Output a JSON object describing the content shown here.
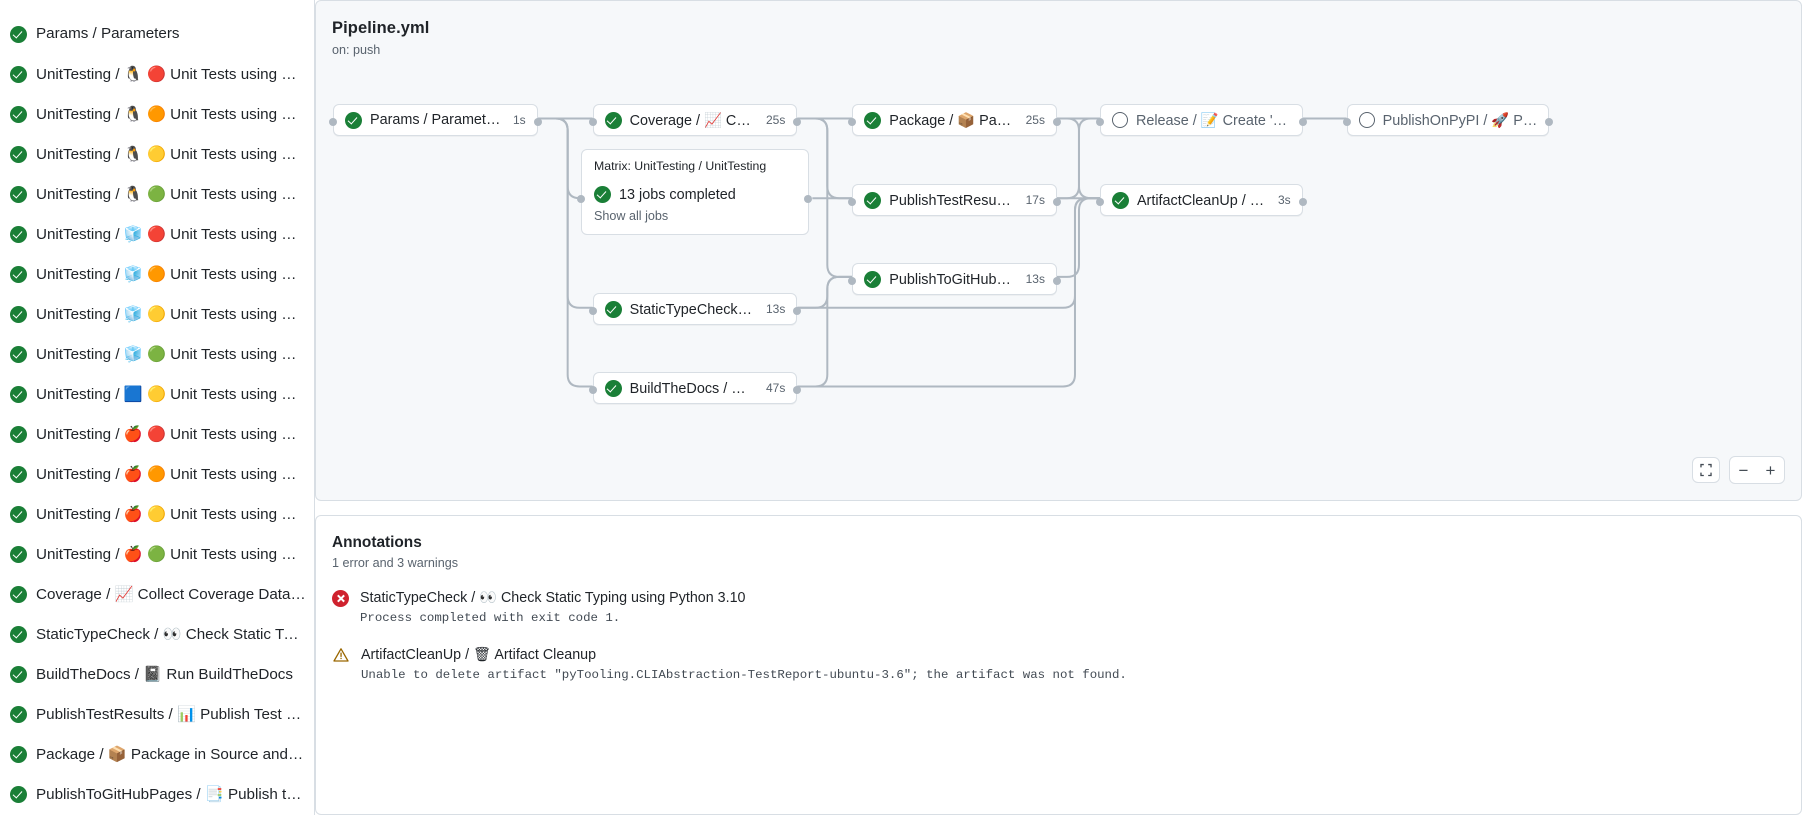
{
  "sidebar": {
    "jobs": [
      {
        "status": "success",
        "name": "Params / Parameters",
        "icons": []
      },
      {
        "status": "success",
        "name": "UnitTesting /",
        "icons": [
          "🐧",
          "🔴"
        ],
        "suffix": "Unit Tests using Pyth…"
      },
      {
        "status": "success",
        "name": "UnitTesting /",
        "icons": [
          "🐧",
          "🟠"
        ],
        "suffix": "Unit Tests using Pyth…"
      },
      {
        "status": "success",
        "name": "UnitTesting /",
        "icons": [
          "🐧",
          "🟡"
        ],
        "suffix": "Unit Tests using Pyth…"
      },
      {
        "status": "success",
        "name": "UnitTesting /",
        "icons": [
          "🐧",
          "🟢"
        ],
        "suffix": "Unit Tests using Pyth…"
      },
      {
        "status": "success",
        "name": "UnitTesting /",
        "icons": [
          "🧊",
          "🔴"
        ],
        "suffix": "Unit Tests using Pyth…"
      },
      {
        "status": "success",
        "name": "UnitTesting /",
        "icons": [
          "🧊",
          "🟠"
        ],
        "suffix": "Unit Tests using Pyth…"
      },
      {
        "status": "success",
        "name": "UnitTesting /",
        "icons": [
          "🧊",
          "🟡"
        ],
        "suffix": "Unit Tests using Pyth…"
      },
      {
        "status": "success",
        "name": "UnitTesting /",
        "icons": [
          "🧊",
          "🟢"
        ],
        "suffix": "Unit Tests using Pyth…"
      },
      {
        "status": "success",
        "name": "UnitTesting /",
        "icons": [
          "🟦",
          "🟡"
        ],
        "suffix": "Unit Tests using Pyth…"
      },
      {
        "status": "success",
        "name": "UnitTesting /",
        "icons": [
          "🍎",
          "🔴"
        ],
        "suffix": "Unit Tests using Pyth…"
      },
      {
        "status": "success",
        "name": "UnitTesting /",
        "icons": [
          "🍎",
          "🟠"
        ],
        "suffix": "Unit Tests using Pyth…"
      },
      {
        "status": "success",
        "name": "UnitTesting /",
        "icons": [
          "🍎",
          "🟡"
        ],
        "suffix": "Unit Tests using Pyth…"
      },
      {
        "status": "success",
        "name": "UnitTesting /",
        "icons": [
          "🍎",
          "🟢"
        ],
        "suffix": "Unit Tests using Pyth…"
      },
      {
        "status": "success",
        "name": "Coverage /",
        "icons": [
          "📈"
        ],
        "suffix": "Collect Coverage Data usi…"
      },
      {
        "status": "success",
        "name": "StaticTypeCheck /",
        "icons": [
          "👀"
        ],
        "suffix": "Check Static Typing…"
      },
      {
        "status": "success",
        "name": "BuildTheDocs /",
        "icons": [
          "📓"
        ],
        "suffix": "Run BuildTheDocs"
      },
      {
        "status": "success",
        "name": "PublishTestResults /",
        "icons": [
          "📊"
        ],
        "suffix": "Publish Test Resu…"
      },
      {
        "status": "success",
        "name": "Package /",
        "icons": [
          "📦"
        ],
        "suffix": "Package in Source and Wh…"
      },
      {
        "status": "success",
        "name": "PublishToGitHubPages /",
        "icons": [
          "📑"
        ],
        "suffix": "Publish to G…"
      }
    ]
  },
  "graph": {
    "title": "Pipeline.yml",
    "trigger": "on: push",
    "nodes": [
      {
        "id": "params",
        "status": "success",
        "text": "Params / Parameters",
        "duration": "1s"
      },
      {
        "id": "coverage",
        "status": "success",
        "text": "Coverage / 📈 Collect Cove…",
        "duration": "25s"
      },
      {
        "id": "package",
        "status": "success",
        "text": "Package / 📦 Package in So…",
        "duration": "25s"
      },
      {
        "id": "release",
        "status": "pending",
        "text": "Release / 📝 Create 'Release P…",
        "duration": ""
      },
      {
        "id": "pypi",
        "status": "pending",
        "text": "PublishOnPyPI / 🚀 Publish to …",
        "duration": ""
      },
      {
        "id": "testresults",
        "status": "success",
        "text": "PublishTestResults / 📊 Pu…",
        "duration": "17s"
      },
      {
        "id": "artifact",
        "status": "success",
        "text": "ArtifactCleanUp / 🗑 Artifac…",
        "duration": "3s"
      },
      {
        "id": "ghpages",
        "status": "success",
        "text": "PublishToGitHubPages / 📑 …",
        "duration": "13s"
      },
      {
        "id": "typecheck",
        "status": "success",
        "text": "StaticTypeCheck / 👀 Chec…",
        "duration": "13s"
      },
      {
        "id": "docs",
        "status": "success",
        "text": "BuildTheDocs / 📓 Run Buil…",
        "duration": "47s"
      }
    ],
    "matrix": {
      "title": "Matrix: UnitTesting / UnitTesting",
      "summary": "13 jobs completed",
      "show_all": "Show all jobs"
    },
    "controls": {
      "fit": "fit-screen-icon",
      "zoom_out": "−",
      "zoom_in": "+"
    }
  },
  "annotations": {
    "title": "Annotations",
    "summary": "1 error and 3 warnings",
    "items": [
      {
        "level": "error",
        "heading": "StaticTypeCheck / 👀 Check Static Typing using Python 3.10",
        "detail": "Process completed with exit code 1."
      },
      {
        "level": "warning",
        "heading": "ArtifactCleanUp / 🗑 Artifact Cleanup",
        "detail": "Unable to delete artifact \"pyTooling.CLIAbstraction-TestReport-ubuntu-3.6\"; the artifact was not found."
      }
    ]
  },
  "colors": {
    "success": "#1a7f37",
    "error": "#cf222e",
    "warning": "#9a6700",
    "border": "#d8dee4",
    "canvas_bg": "#f6f8fa",
    "muted_text": "#59636e"
  }
}
